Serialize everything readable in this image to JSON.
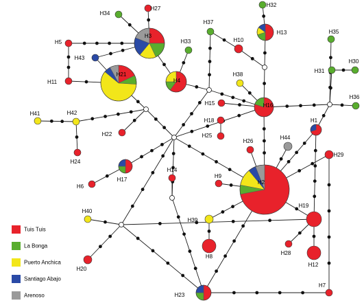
{
  "legend": [
    {
      "label": "Tuis Tuis",
      "color": "#e8222b"
    },
    {
      "label": "La Bonga",
      "color": "#59ad2e"
    },
    {
      "label": "Puerto Anchica",
      "color": "#f2e61a"
    },
    {
      "label": "Santiago Abajo",
      "color": "#2a4aa6"
    },
    {
      "label": "Arenoso",
      "color": "#9a9a9a"
    }
  ],
  "haplotypes": [
    {
      "id": "H2",
      "label": "H2",
      "fractions": {
        "Tuis Tuis": 0.72,
        "La Bonga": 0.06,
        "Puerto Anchica": 0.11,
        "Santiago Abajo": 0.05,
        "Arenoso": 0.06
      }
    },
    {
      "id": "H3",
      "label": "H3",
      "fractions": {
        "Tuis Tuis": 0.25,
        "La Bonga": 0.18,
        "Puerto Anchica": 0.18,
        "Santiago Abajo": 0.2,
        "Arenoso": 0.19
      }
    },
    {
      "id": "H21",
      "label": "H21",
      "fractions": {
        "Tuis Tuis": 0.18,
        "La Bonga": 0.08,
        "Puerto Anchica": 0.6,
        "Santiago Abajo": 0.06,
        "Arenoso": 0.08
      }
    },
    {
      "id": "H4",
      "label": "H4",
      "fractions": {
        "Tuis Tuis": 0.6,
        "La Bonga": 0.15,
        "Puerto Anchica": 0.25
      }
    },
    {
      "id": "H13",
      "label": "H13",
      "fractions": {
        "Tuis Tuis": 0.5,
        "La Bonga": 0.2,
        "Puerto Anchica": 0.15,
        "Santiago Abajo": 0.15
      }
    },
    {
      "id": "H16",
      "label": "H16",
      "fractions": {
        "Tuis Tuis": 0.8,
        "La Bonga": 0.2
      }
    },
    {
      "id": "H17",
      "label": "H17",
      "fractions": {
        "Tuis Tuis": 0.5,
        "La Bonga": 0.25,
        "Santiago Abajo": 0.25
      }
    },
    {
      "id": "H1",
      "label": "H1",
      "fractions": {
        "Tuis Tuis": 0.7,
        "Santiago Abajo": 0.3
      }
    },
    {
      "id": "H23",
      "label": "H23",
      "fractions": {
        "Tuis Tuis": 0.5,
        "La Bonga": 0.25,
        "Santiago Abajo": 0.25
      }
    },
    {
      "id": "H5",
      "label": "H5",
      "fractions": {
        "Tuis Tuis": 1
      }
    },
    {
      "id": "H11",
      "label": "H11",
      "fractions": {
        "Tuis Tuis": 1
      }
    },
    {
      "id": "H27",
      "label": "H27",
      "fractions": {
        "Tuis Tuis": 1
      }
    },
    {
      "id": "H34",
      "label": "H34",
      "fractions": {
        "La Bonga": 1
      }
    },
    {
      "id": "H43",
      "label": "H43",
      "fractions": {
        "Santiago Abajo": 1
      }
    },
    {
      "id": "H33",
      "label": "H33",
      "fractions": {
        "La Bonga": 1
      }
    },
    {
      "id": "H37",
      "label": "H37",
      "fractions": {
        "La Bonga": 1
      }
    },
    {
      "id": "H10",
      "label": "H10",
      "fractions": {
        "Tuis Tuis": 1
      }
    },
    {
      "id": "H32",
      "label": "H32",
      "fractions": {
        "La Bonga": 1
      }
    },
    {
      "id": "H35",
      "label": "H35",
      "fractions": {
        "La Bonga": 1
      }
    },
    {
      "id": "H31",
      "label": "H31",
      "fractions": {
        "La Bonga": 1
      }
    },
    {
      "id": "H30",
      "label": "H30",
      "fractions": {
        "La Bonga": 1
      }
    },
    {
      "id": "H36",
      "label": "H36",
      "fractions": {
        "La Bonga": 1
      }
    },
    {
      "id": "H38",
      "label": "H38",
      "fractions": {
        "Puerto Anchica": 1
      }
    },
    {
      "id": "H15",
      "label": "H15",
      "fractions": {
        "Tuis Tuis": 1
      }
    },
    {
      "id": "H18",
      "label": "H18",
      "fractions": {
        "Tuis Tuis": 1
      }
    },
    {
      "id": "H25",
      "label": "H25",
      "fractions": {
        "Tuis Tuis": 1
      }
    },
    {
      "id": "H26",
      "label": "H26",
      "fractions": {
        "Tuis Tuis": 1
      }
    },
    {
      "id": "H44",
      "label": "H44",
      "fractions": {
        "Arenoso": 1
      }
    },
    {
      "id": "H29",
      "label": "H29",
      "fractions": {
        "Tuis Tuis": 1
      }
    },
    {
      "id": "H41",
      "label": "H41",
      "fractions": {
        "Puerto Anchica": 1
      }
    },
    {
      "id": "H42",
      "label": "H42",
      "fractions": {
        "Puerto Anchica": 1
      }
    },
    {
      "id": "H22",
      "label": "H22",
      "fractions": {
        "Tuis Tuis": 1
      }
    },
    {
      "id": "H24",
      "label": "H24",
      "fractions": {
        "Tuis Tuis": 1
      }
    },
    {
      "id": "H6",
      "label": "H6",
      "fractions": {
        "Tuis Tuis": 1
      }
    },
    {
      "id": "H14",
      "label": "H14",
      "fractions": {
        "Tuis Tuis": 1
      }
    },
    {
      "id": "H9",
      "label": "H9",
      "fractions": {
        "Tuis Tuis": 1
      }
    },
    {
      "id": "H19",
      "label": "H19",
      "fractions": {
        "Tuis Tuis": 1
      }
    },
    {
      "id": "H39",
      "label": "H39",
      "fractions": {
        "Puerto Anchica": 1
      }
    },
    {
      "id": "H8",
      "label": "H8",
      "fractions": {
        "Tuis Tuis": 1
      }
    },
    {
      "id": "H28",
      "label": "H28",
      "fractions": {
        "Tuis Tuis": 1
      }
    },
    {
      "id": "H12",
      "label": "H12",
      "fractions": {
        "Tuis Tuis": 1
      }
    },
    {
      "id": "H40",
      "label": "H40",
      "fractions": {
        "Puerto Anchica": 1
      }
    },
    {
      "id": "H20",
      "label": "H20",
      "fractions": {
        "Tuis Tuis": 1
      }
    },
    {
      "id": "H7",
      "label": "H7",
      "fractions": {
        "Tuis Tuis": 1
      }
    }
  ],
  "links": [
    [
      "H3",
      "H27"
    ],
    [
      "H3",
      "H34"
    ],
    [
      "H3",
      "H43"
    ],
    [
      "H3",
      "H5"
    ],
    [
      "H3",
      "H4"
    ],
    [
      "H5",
      "H11"
    ],
    [
      "H11",
      "H21"
    ],
    [
      "H21",
      "H43"
    ],
    [
      "H21",
      "n_a"
    ],
    [
      "n_a",
      "H42"
    ],
    [
      "H42",
      "H41"
    ],
    [
      "H42",
      "H24"
    ],
    [
      "n_a",
      "H22"
    ],
    [
      "n_a",
      "n_b"
    ],
    [
      "H4",
      "H33"
    ],
    [
      "H4",
      "n_c"
    ],
    [
      "n_c",
      "H37"
    ],
    [
      "n_c",
      "H16"
    ],
    [
      "n_c",
      "n_b"
    ],
    [
      "H10",
      "n_d"
    ],
    [
      "n_d",
      "H13"
    ],
    [
      "H13",
      "H32"
    ],
    [
      "n_d",
      "H16"
    ],
    [
      "H16",
      "H38"
    ],
    [
      "H16",
      "H15"
    ],
    [
      "H16",
      "n_e"
    ],
    [
      "n_e",
      "H35"
    ],
    [
      "n_e",
      "H31"
    ],
    [
      "n_e",
      "H36"
    ],
    [
      "H31",
      "H30"
    ],
    [
      "n_e",
      "H1"
    ],
    [
      "H16",
      "H2"
    ],
    [
      "H16",
      "n_b"
    ],
    [
      "n_b",
      "H17"
    ],
    [
      "H17",
      "H6"
    ],
    [
      "n_b",
      "n_f"
    ],
    [
      "n_b",
      "H2"
    ],
    [
      "n_b",
      "n_h"
    ],
    [
      "n_f",
      "H14"
    ],
    [
      "n_f",
      "H23"
    ],
    [
      "H2",
      "H9"
    ],
    [
      "H2",
      "H26"
    ],
    [
      "H2",
      "H44"
    ],
    [
      "H2",
      "H1"
    ],
    [
      "H2",
      "H29"
    ],
    [
      "H2",
      "H19"
    ],
    [
      "H2",
      "H39"
    ],
    [
      "H2",
      "H23"
    ],
    [
      "H19",
      "H28"
    ],
    [
      "H19",
      "H12"
    ],
    [
      "H19",
      "n_h"
    ],
    [
      "H1",
      "H19"
    ],
    [
      "H39",
      "H8"
    ],
    [
      "n_h",
      "H40"
    ],
    [
      "n_h",
      "H20"
    ],
    [
      "n_h",
      "H23"
    ],
    [
      "H23",
      "H7"
    ],
    [
      "H7",
      "H29"
    ],
    [
      "H18",
      "H25"
    ],
    [
      "H10",
      "H37"
    ]
  ]
}
